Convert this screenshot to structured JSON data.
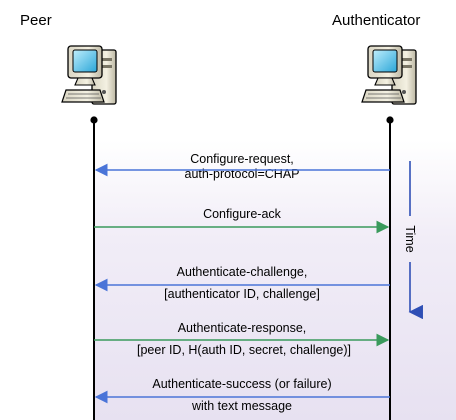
{
  "participants": {
    "left": "Peer",
    "right": "Authenticator"
  },
  "messages": [
    {
      "line1": "Configure-request,",
      "line2": "auth-protocol=CHAP",
      "direction": "to-peer",
      "color": "#4a74d8"
    },
    {
      "line1": "Configure-ack",
      "line2": "",
      "direction": "to-authenticator",
      "color": "#3a9a5c"
    },
    {
      "line1": "Authenticate-challenge,",
      "line2": "[authenticator ID, challenge]",
      "direction": "to-peer",
      "color": "#4a74d8"
    },
    {
      "line1": "Authenticate-response,",
      "line2": "[peer ID, H(auth ID, secret, challenge)]",
      "direction": "to-authenticator",
      "color": "#3a9a5c"
    },
    {
      "line1": "Authenticate-success (or failure)",
      "line2": "with text message",
      "direction": "to-peer",
      "color": "#4a74d8"
    }
  ],
  "time_axis": {
    "label": "Time",
    "color": "#2f4fb5"
  },
  "icons": {
    "left": "computer-icon",
    "right": "computer-icon"
  },
  "colors": {
    "panel": "#ece7f4",
    "lifeline": "#000000"
  }
}
